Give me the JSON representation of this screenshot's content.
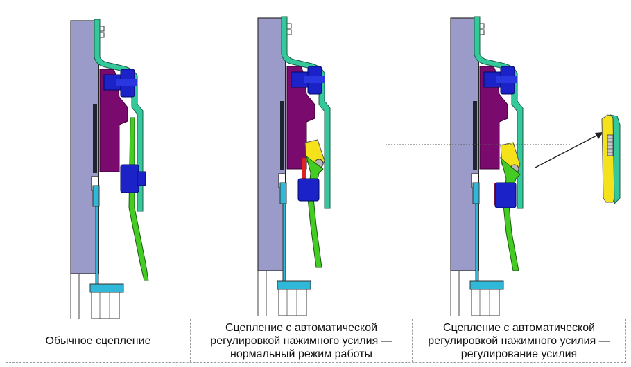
{
  "captions": {
    "normal": "Обычное сцепление",
    "adjusting_normal": "Сцепление с автоматической регулировкой нажимного усилия — нормальный режим работы",
    "adjusting_active": "Сцепление с автоматической регулировкой нажимного усилия — регулирование усилия"
  },
  "colors": {
    "flywheel": "#9b9bc9",
    "cover": "#35c89a",
    "pressure_plate": "#7a0a6e",
    "friction": "#1f2430",
    "rivet": "#1a22c8",
    "diaphragm": "#44cc22",
    "hub": "#30b8d8",
    "ring": "#f5e21b",
    "adjuster": "#dd2222"
  }
}
